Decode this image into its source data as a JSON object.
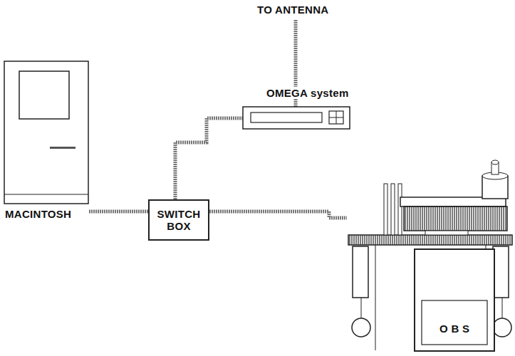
{
  "diagram": {
    "nodes": [
      {
        "text": [
          "MACINTOSH"
        ]
      },
      {
        "text": [
          "SWITCH BOX"
        ]
      },
      {
        "text": [
          "OMEGA system"
        ]
      },
      {
        "text": [
          "O B S"
        ]
      }
    ],
    "edges": [
      {
        "from": 0,
        "to": 1,
        "arrow": "none"
      },
      {
        "from": 1,
        "to": 2,
        "arrow": "none"
      },
      {
        "from": 1,
        "to": 3,
        "arrow": "none"
      }
    ],
    "labels": [
      "TO ANTENNA"
    ]
  }
}
